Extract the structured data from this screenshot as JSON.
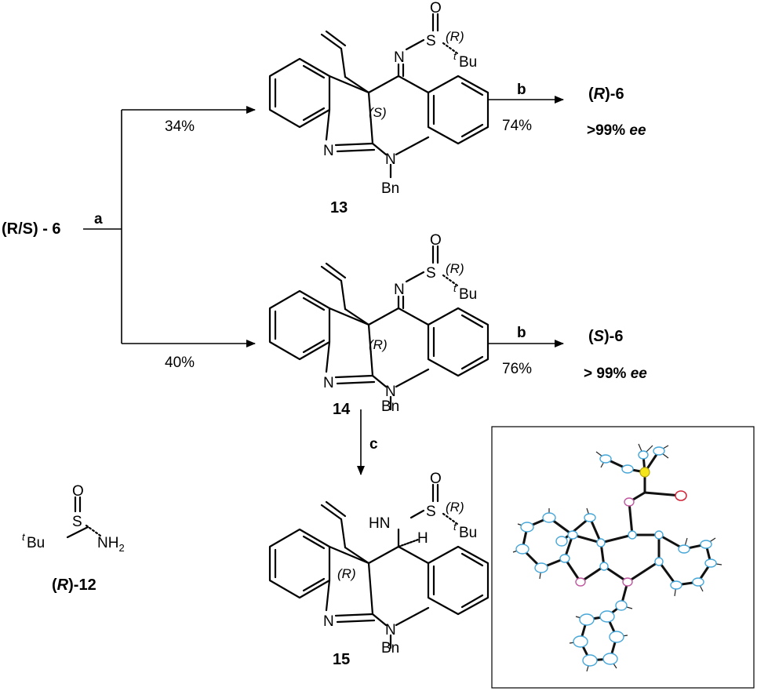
{
  "start": {
    "label": "(R/S) - 6"
  },
  "steps": {
    "a": "a",
    "b_top": "b",
    "b_bottom": "b",
    "c": "c"
  },
  "yields": {
    "to_13": "34%",
    "to_14": "40%",
    "b_top": "74%",
    "b_bottom": "76%"
  },
  "products": {
    "top": {
      "prefix": "(",
      "config": "R",
      "suffix": ")-6",
      "ee_value": ">99% ",
      "ee_unit": "ee"
    },
    "bottom": {
      "prefix": "(",
      "config": "S",
      "suffix": ")-6",
      "ee_value": "> 99% ",
      "ee_unit": "ee"
    }
  },
  "compounds": {
    "c13": {
      "number": "13",
      "stereo": "(S)",
      "s_config": "(R)"
    },
    "c14": {
      "number": "14",
      "stereo": "(R)",
      "s_config": "(R)"
    },
    "c15": {
      "number": "15",
      "stereo": "(R)",
      "s_config": "(R)"
    }
  },
  "reagent": {
    "tbu_sup": "t",
    "tbu": "Bu",
    "s": "S",
    "o": "O",
    "nh": "NH",
    "nh_sub": "2",
    "name_prefix": "(",
    "name_config": "R",
    "name_suffix": ")-12"
  },
  "atoms": {
    "N": "N",
    "S": "S",
    "O": "O",
    "Bn": "Bn",
    "HN": "HN",
    "H": "H",
    "tBu_sup": "t",
    "tBu": "Bu"
  },
  "xray_panel": {
    "colors": {
      "C": "#47a7d9",
      "N": "#c05aa0",
      "O": "#d0263a",
      "S": "#f4e41c"
    }
  }
}
